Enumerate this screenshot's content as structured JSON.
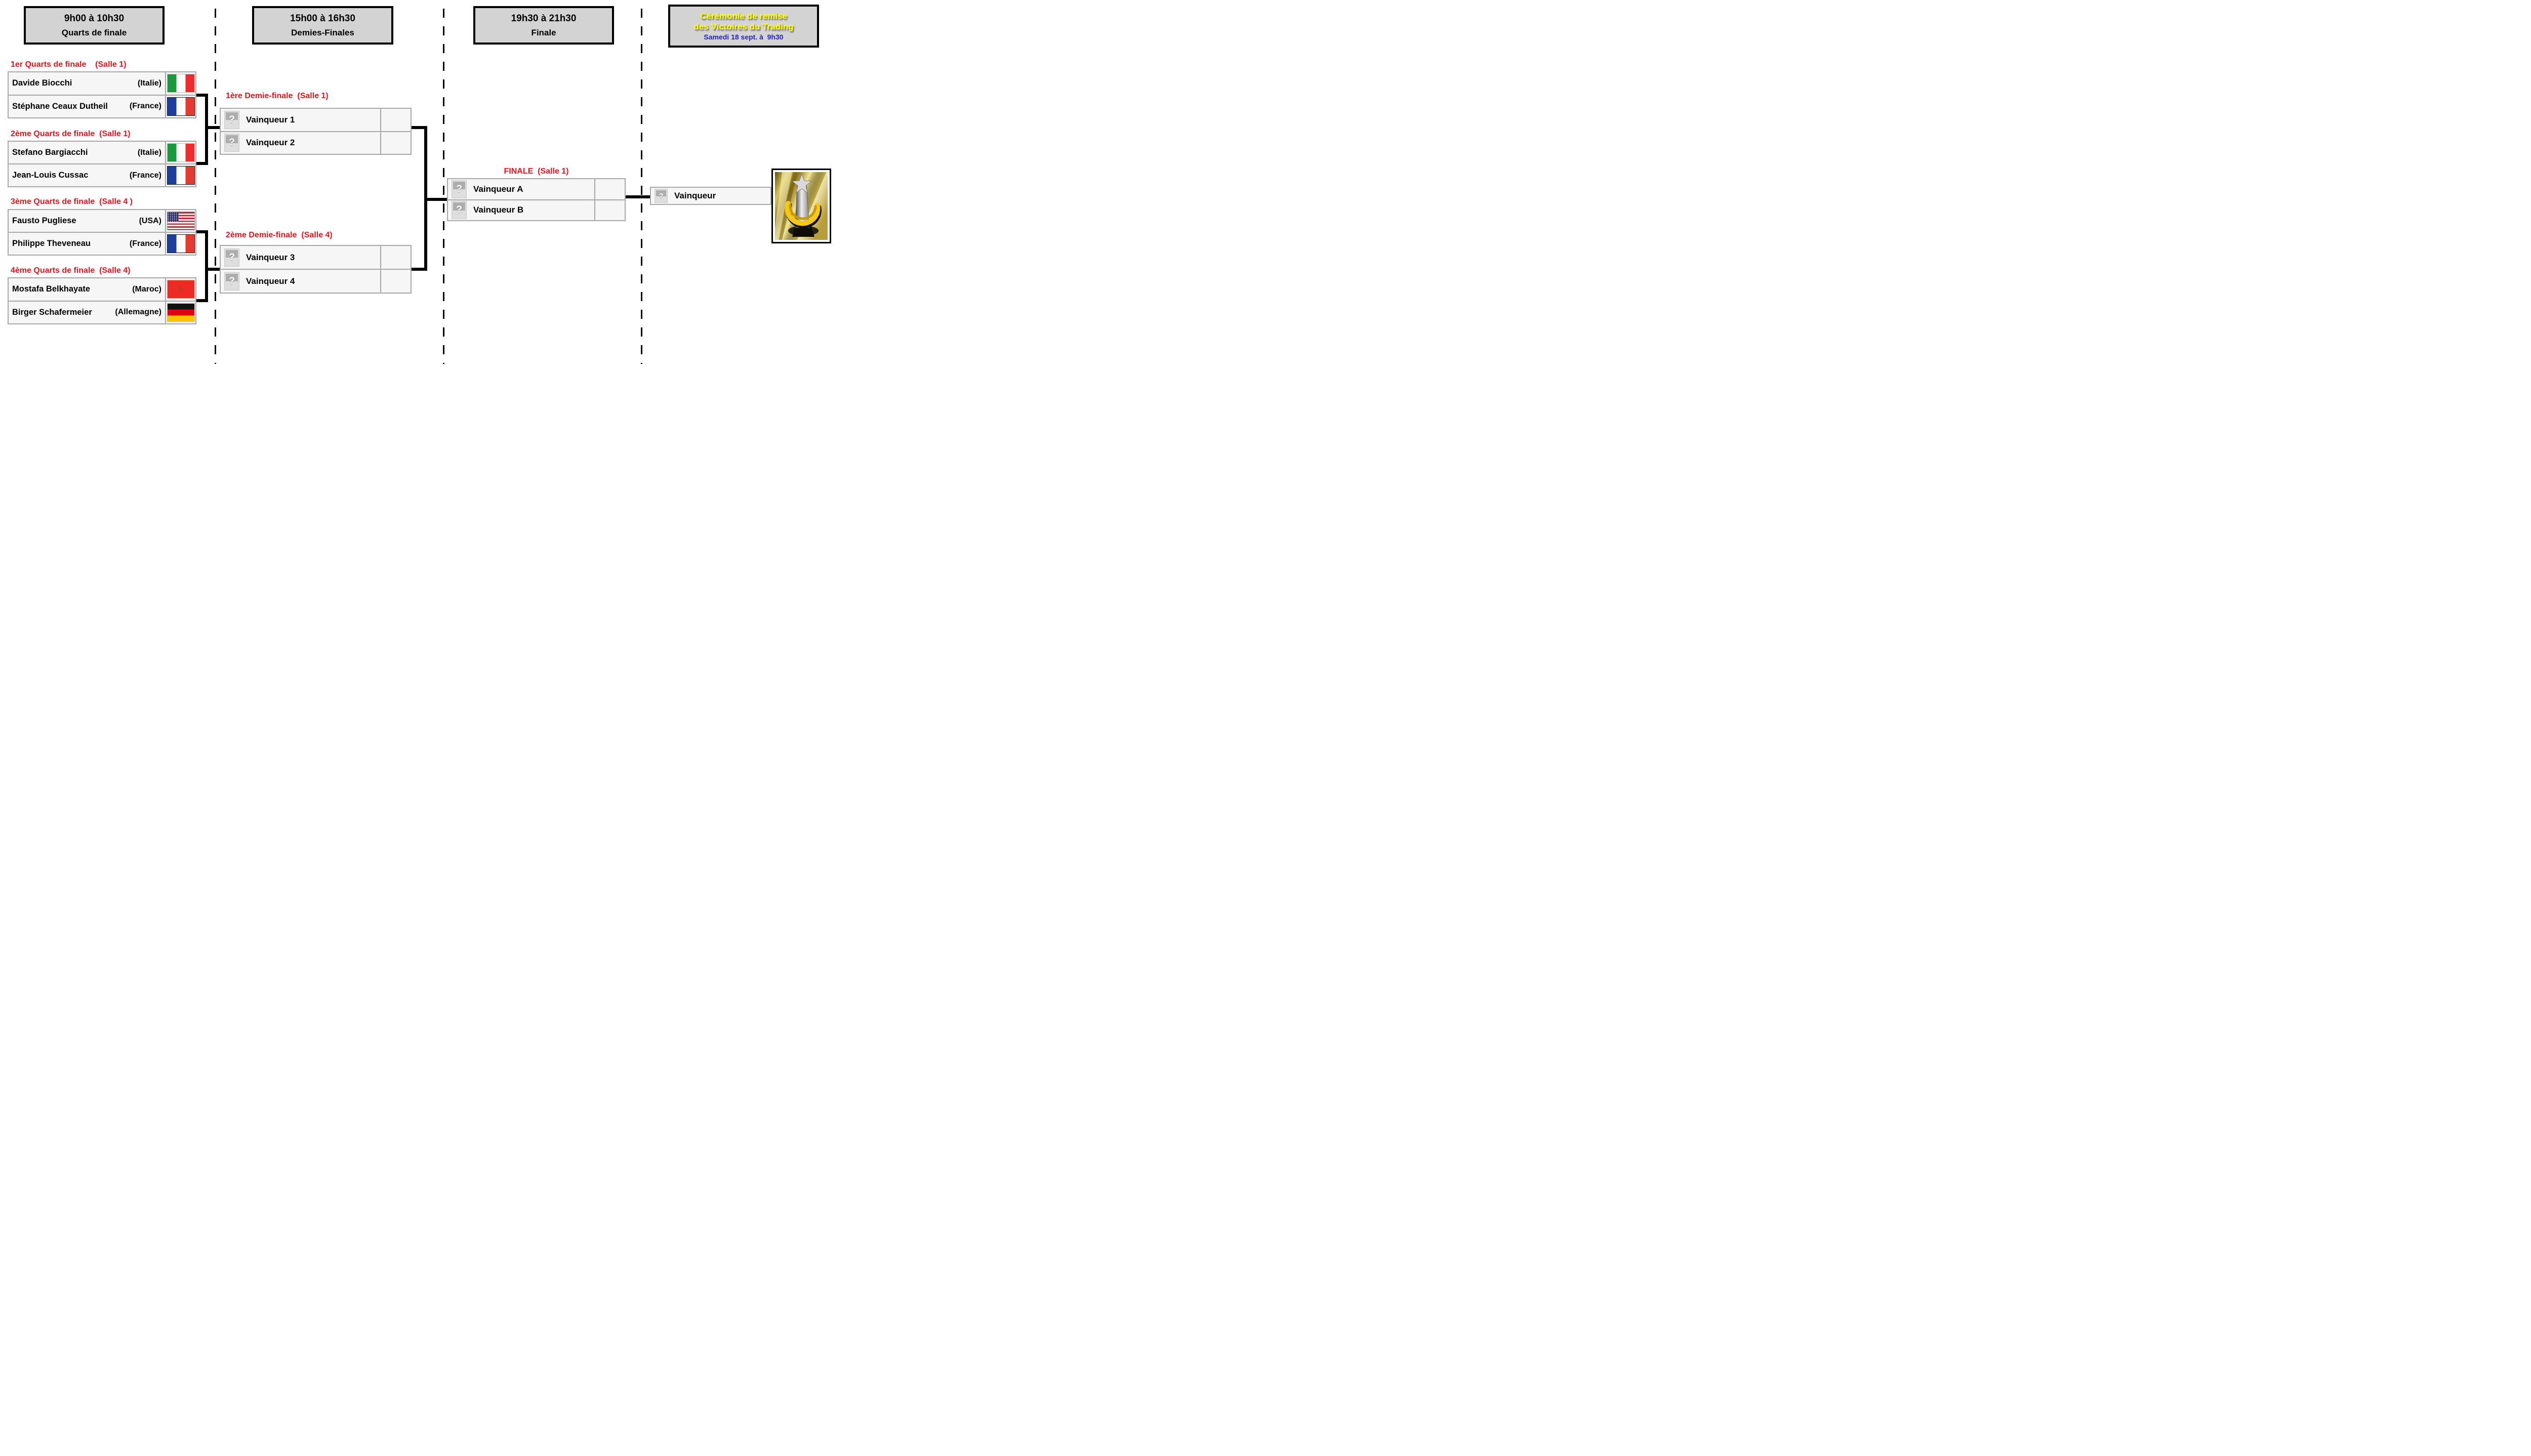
{
  "colors": {
    "label_red": "#e8141e",
    "ceremony_yellow": "#ffff00",
    "ceremony_blue": "#2222cc",
    "header_bg": "#d3d3d3",
    "row_bg": "#f6f6f6",
    "row_border": "#a8a8a8",
    "connector": "#000000"
  },
  "headers": [
    {
      "time": "9h00 à 10h30",
      "title": "Quarts de finale"
    },
    {
      "time": "15h00 à 16h30",
      "title": "Demies-Finales"
    },
    {
      "time": "19h30 à 21h30",
      "title": "Finale"
    }
  ],
  "ceremony": {
    "line1": "Cérémonie de remise",
    "line2": "des Victoires du Trading",
    "date": "Samedi 18 sept. à  9h30"
  },
  "quarterfinals": [
    {
      "label": "1er Quarts de finale    (Salle 1)",
      "players": [
        {
          "name": "Davide Biocchi",
          "country": "(Italie)",
          "flag": "italy"
        },
        {
          "name": "Stéphane Ceaux Dutheil",
          "country": "(France)",
          "flag": "france"
        }
      ]
    },
    {
      "label": "2ème Quarts de finale  (Salle 1)",
      "players": [
        {
          "name": "Stefano Bargiacchi",
          "country": "(Italie)",
          "flag": "italy"
        },
        {
          "name": "Jean-Louis Cussac",
          "country": "(France)",
          "flag": "france"
        }
      ]
    },
    {
      "label": "3ème Quarts de finale  (Salle 4 )",
      "players": [
        {
          "name": "Fausto Pugliese",
          "country": "(USA)",
          "flag": "usa"
        },
        {
          "name": "Philippe Theveneau",
          "country": "(France)",
          "flag": "france"
        }
      ]
    },
    {
      "label": "4ème Quarts de finale  (Salle 4)",
      "players": [
        {
          "name": "Mostafa Belkhayate",
          "country": "(Maroc)",
          "flag": "morocco"
        },
        {
          "name": "Birger Schafermeier",
          "country": "(Allemagne)",
          "flag": "germany"
        }
      ]
    }
  ],
  "semifinals": [
    {
      "label": "1ère Demie-finale  (Salle 1)",
      "slots": [
        "Vainqueur 1",
        "Vainqueur 2"
      ]
    },
    {
      "label": "2ème Demie-finale  (Salle 4)",
      "slots": [
        "Vainqueur 3",
        "Vainqueur 4"
      ]
    }
  ],
  "final": {
    "label": "FINALE  (Salle 1)",
    "slots": [
      "Vainqueur A",
      "Vainqueur B"
    ]
  },
  "winner": {
    "label": "Vainqueur"
  },
  "icons": {
    "placeholder": "?",
    "trophy": "victoires-du-trading-trophy"
  }
}
